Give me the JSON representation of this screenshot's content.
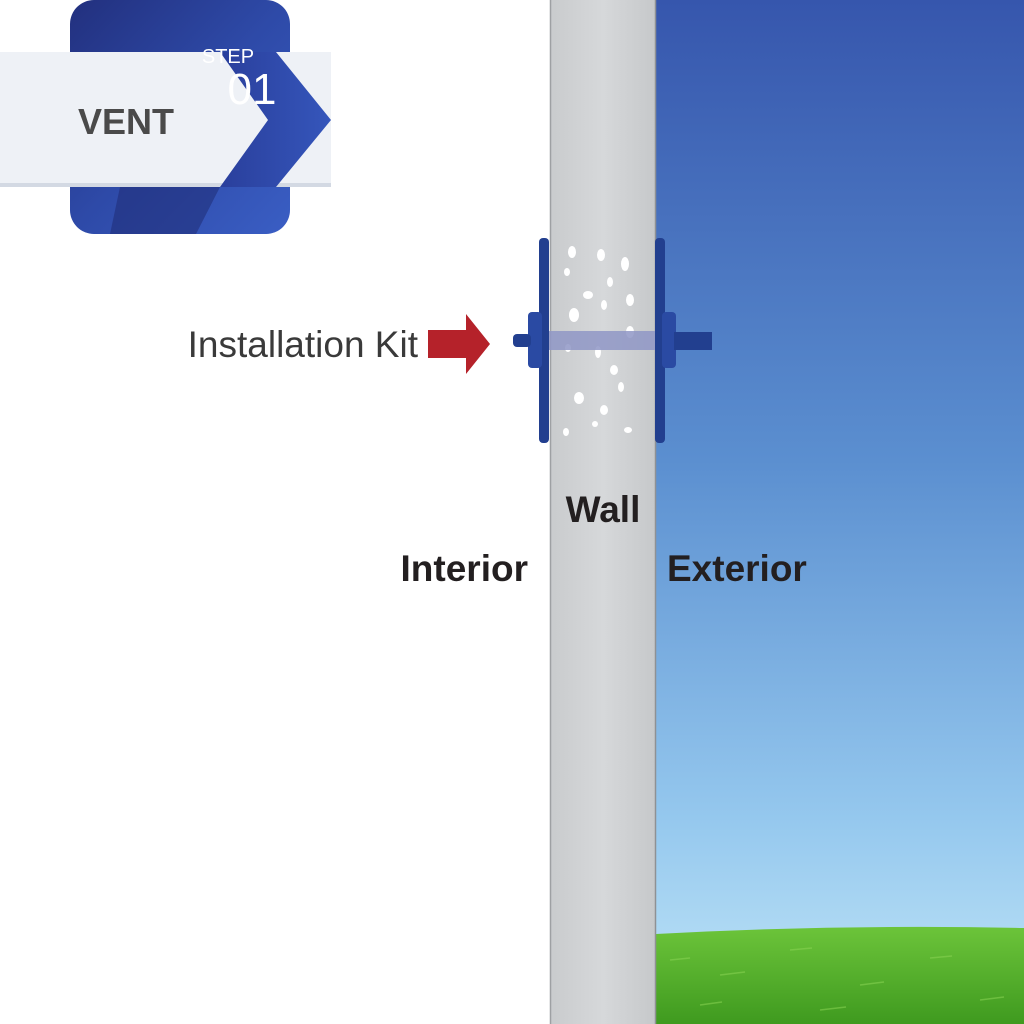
{
  "badge": {
    "title": "VENT",
    "step_label": "STEP",
    "step_number": "01"
  },
  "labels": {
    "installation_kit": "Installation Kit",
    "wall": "Wall",
    "interior": "Interior",
    "exterior": "Exterior"
  },
  "colors": {
    "badge_blue": "#2f44a8",
    "badge_dark_blue": "#22307e",
    "badge_band": "#eef1f6",
    "wall_gray": "#cfd1d3",
    "sky_top": "#3656ad",
    "sky_bottom": "#b6e0f6",
    "grass": "#58b82e",
    "kit_navy": "#223f8f",
    "arrow_red": "#b5222a",
    "label_text": "#231f20",
    "kit_text": "#3a3a3a"
  },
  "icons": {
    "arrow": "right-arrow-icon",
    "step_badge": "chevron-badge-icon"
  }
}
